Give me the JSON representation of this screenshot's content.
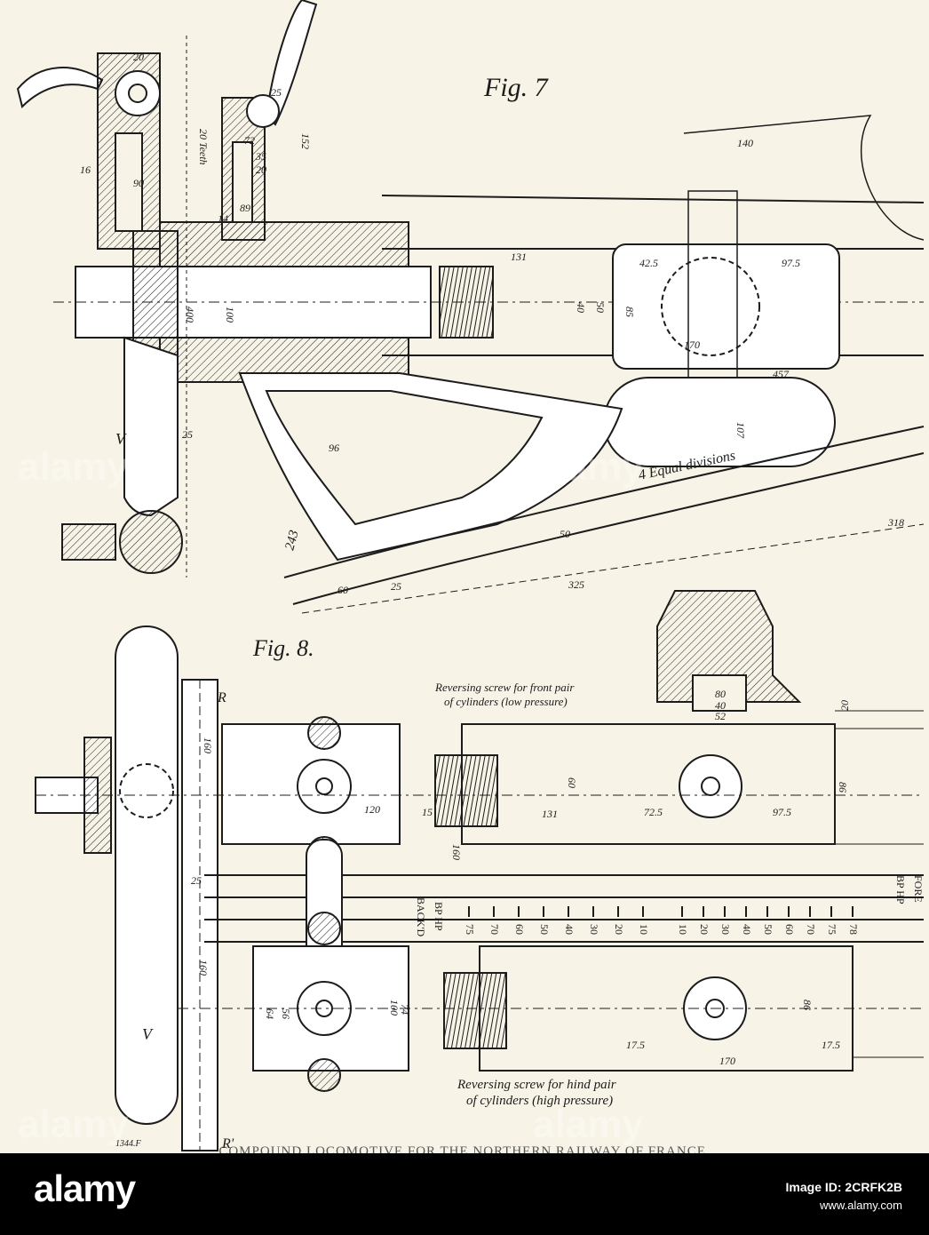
{
  "figures": {
    "fig7": "Fig. 7",
    "fig8": "Fig. 8."
  },
  "dims": {
    "d140": "140",
    "d20a": "20",
    "d25a": "25",
    "d16": "16",
    "d90": "90",
    "d20teeth": "20 Teeth",
    "d72": "72",
    "d35": "35",
    "d20b": "20",
    "d152": "152",
    "d89": "89",
    "d14": "14",
    "d131a": "131",
    "d42_5": "42.5",
    "d97_5a": "97.5",
    "d40a": "40",
    "d50a": "50",
    "d85": "85",
    "d400": "400",
    "d100": "100",
    "d170a": "170",
    "d457": "457",
    "d107": "107",
    "d25b": "25",
    "d96": "96",
    "d4eq": "4 Equal divisions",
    "d243": "243",
    "d50b": "50",
    "d318": "318",
    "d60a": "60",
    "d25c": "25",
    "d325": "325",
    "d80": "80",
    "d40b": "40",
    "d52": "52",
    "d20c": "20",
    "d160a": "160",
    "d120": "120",
    "d15": "15",
    "d131b": "131",
    "d72_5": "72.5",
    "d97_5b": "97.5",
    "d60b": "60",
    "d86a": "86",
    "d160b": "160",
    "d25d": "25",
    "d160c": "160",
    "d64": "64",
    "d56": "56",
    "d100b": "100",
    "d74": "74",
    "d175a": "17.5",
    "d86b": "86",
    "d17_5b": "17.5",
    "d170b": "170",
    "lblR": "R",
    "lblR2": "R'",
    "lblV1": "V",
    "lblV2": "V",
    "lbl1344": "1344.F"
  },
  "notes": {
    "front_line1": "Reversing screw for front pair",
    "front_line2": "of cylinders (low pressure)",
    "hind_line1": "Reversing screw for hind pair",
    "hind_line2": "of cylinders (high pressure)"
  },
  "scale": {
    "bp_hp_left": "BP HP",
    "back": "BACK'D",
    "bp_hp_right": "BP HP",
    "fore": "FORE",
    "ticks_top": [
      "75",
      "70",
      "60",
      "50",
      "40",
      "30",
      "20",
      "10"
    ],
    "ticks_right": [
      "10",
      "20",
      "30",
      "40",
      "50",
      "60",
      "70",
      "75",
      "78"
    ]
  },
  "caption": "COMPOUND LOCOMOTIVE FOR THE NORTHERN RAILWAY OF FRANCE.",
  "watermark": "alamy",
  "footer": {
    "logo": "alamy",
    "image_id_label": "Image ID: 2CRFK2B",
    "site": "www.alamy.com"
  },
  "colors": {
    "paper": "#f7f3e6",
    "ink": "#1c1c1c",
    "footer_bg": "#000000"
  }
}
